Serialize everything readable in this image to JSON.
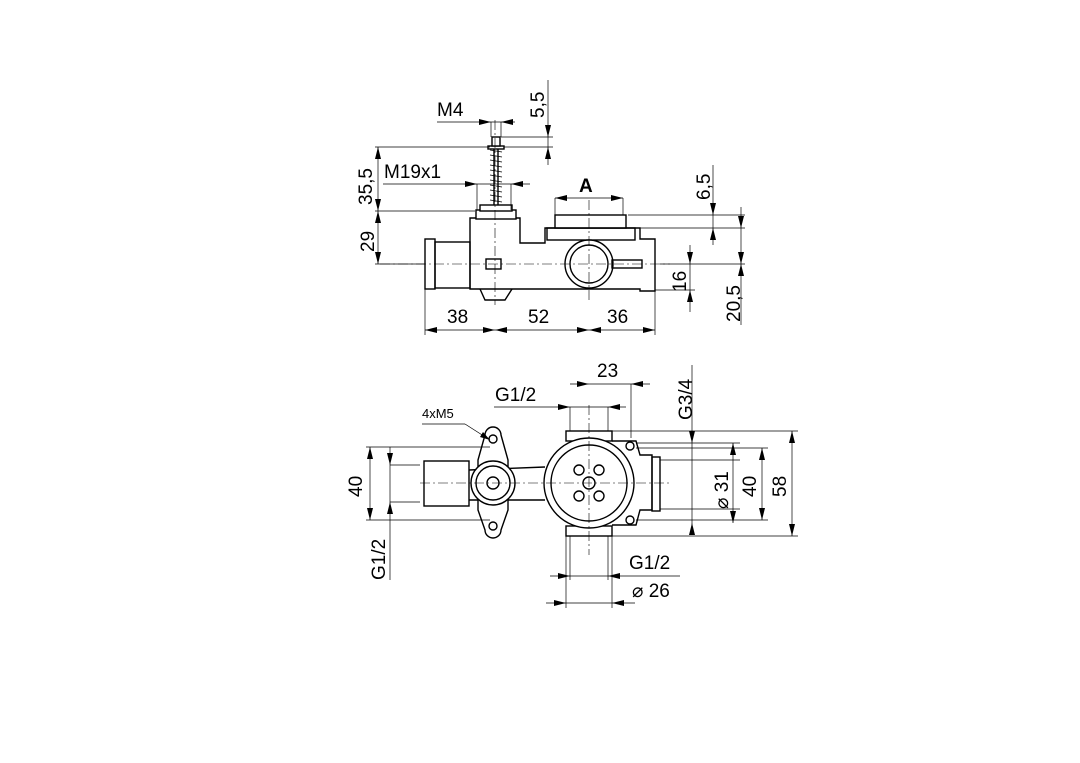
{
  "side_view": {
    "labels": {
      "m4": "M4",
      "d5_5": "5,5",
      "m19x1": "M19x1",
      "d35_5": "35,5",
      "d29": "29",
      "a": "A",
      "d6_5": "6,5",
      "d16": "16",
      "d20_5": "20,5",
      "d38": "38",
      "d52": "52",
      "d36": "36"
    }
  },
  "top_view": {
    "labels": {
      "d23": "23",
      "g1_2_top": "G1/2",
      "g3_4": "G3/4",
      "m5": "4xM5",
      "d40_left": "40",
      "g1_2_left": "G1/2",
      "dia31": "⌀ 31",
      "d40_right": "40",
      "d58": "58",
      "g1_2_bottom": "G1/2",
      "dia26": "⌀ 26"
    }
  }
}
